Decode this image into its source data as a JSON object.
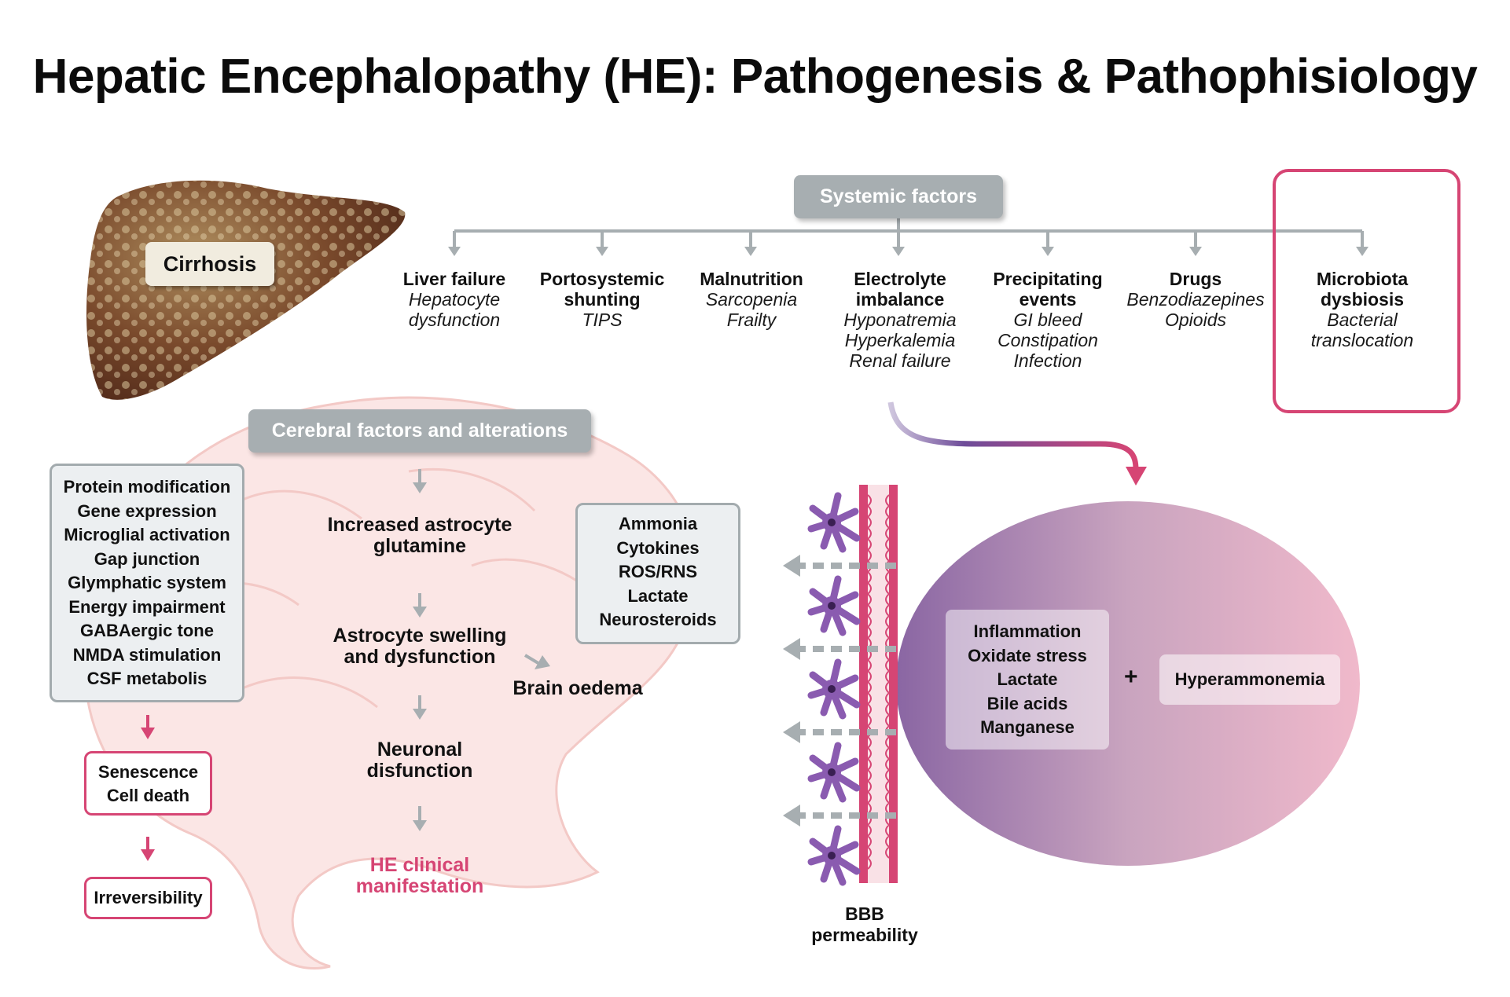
{
  "title": "Hepatic Encephalopathy (HE): Pathogenesis & Pathophisiology",
  "cirrhosis_label": "Cirrhosis",
  "systemic": {
    "label": "Systemic factors",
    "factors": [
      {
        "heading": [
          "Liver failure"
        ],
        "sub": [
          "Hepatocyte",
          "dysfunction"
        ]
      },
      {
        "heading": [
          "Portosystemic",
          "shunting"
        ],
        "sub": [
          "TIPS"
        ]
      },
      {
        "heading": [
          "Malnutrition"
        ],
        "sub": [
          "Sarcopenia",
          "Frailty"
        ]
      },
      {
        "heading": [
          "Electrolyte",
          "imbalance"
        ],
        "sub": [
          "Hyponatremia",
          "Hyperkalemia",
          "Renal failure"
        ]
      },
      {
        "heading": [
          "Precipitating",
          "events"
        ],
        "sub": [
          "GI bleed",
          "Constipation",
          "Infection"
        ]
      },
      {
        "heading": [
          "Drugs"
        ],
        "sub": [
          "Benzodiazepines",
          "Opioids"
        ]
      },
      {
        "heading": [
          "Microbiota",
          "dysbiosis"
        ],
        "sub": [
          "Bacterial",
          "translocation"
        ]
      }
    ]
  },
  "cerebral": {
    "label": "Cerebral factors and alterations",
    "left_list": [
      "Protein modification",
      "Gene expression",
      "Microglial activation",
      "Gap junction",
      "Glymphatic system",
      "Energy impairment",
      "GABAergic tone",
      "NMDA stimulation",
      "CSF metabolis"
    ],
    "senescence": [
      "Senescence",
      "Cell death"
    ],
    "irreversibility": "Irreversibility",
    "flow": {
      "step1": [
        "Increased astrocyte",
        "glutamine"
      ],
      "step2": [
        "Astrocyte swelling",
        "and dysfunction"
      ],
      "step3": [
        "Neuronal",
        "disfunction"
      ],
      "step4": [
        "HE clinical",
        "manifestation"
      ]
    },
    "toxins": [
      "Ammonia",
      "Cytokines",
      "ROS/RNS",
      "Lactate",
      "Neurosteroids"
    ],
    "brain_oedema": "Brain oedema"
  },
  "circle": {
    "mediators": [
      "Inflammation",
      "Oxidate stress",
      "Lactate",
      "Bile acids",
      "Manganese"
    ],
    "plus": "+",
    "hyperammonemia": "Hyperammonemia"
  },
  "bbb": [
    "BBB",
    "permeability"
  ],
  "colors": {
    "gray": "#a7aeb1",
    "pink": "#d64574",
    "purple": "#7a5aa0",
    "box_fill": "#eceff1"
  },
  "icons": [
    "liver-illustration",
    "brain-outline-illustration",
    "astrocyte-icon",
    "arrow-down-icon"
  ]
}
